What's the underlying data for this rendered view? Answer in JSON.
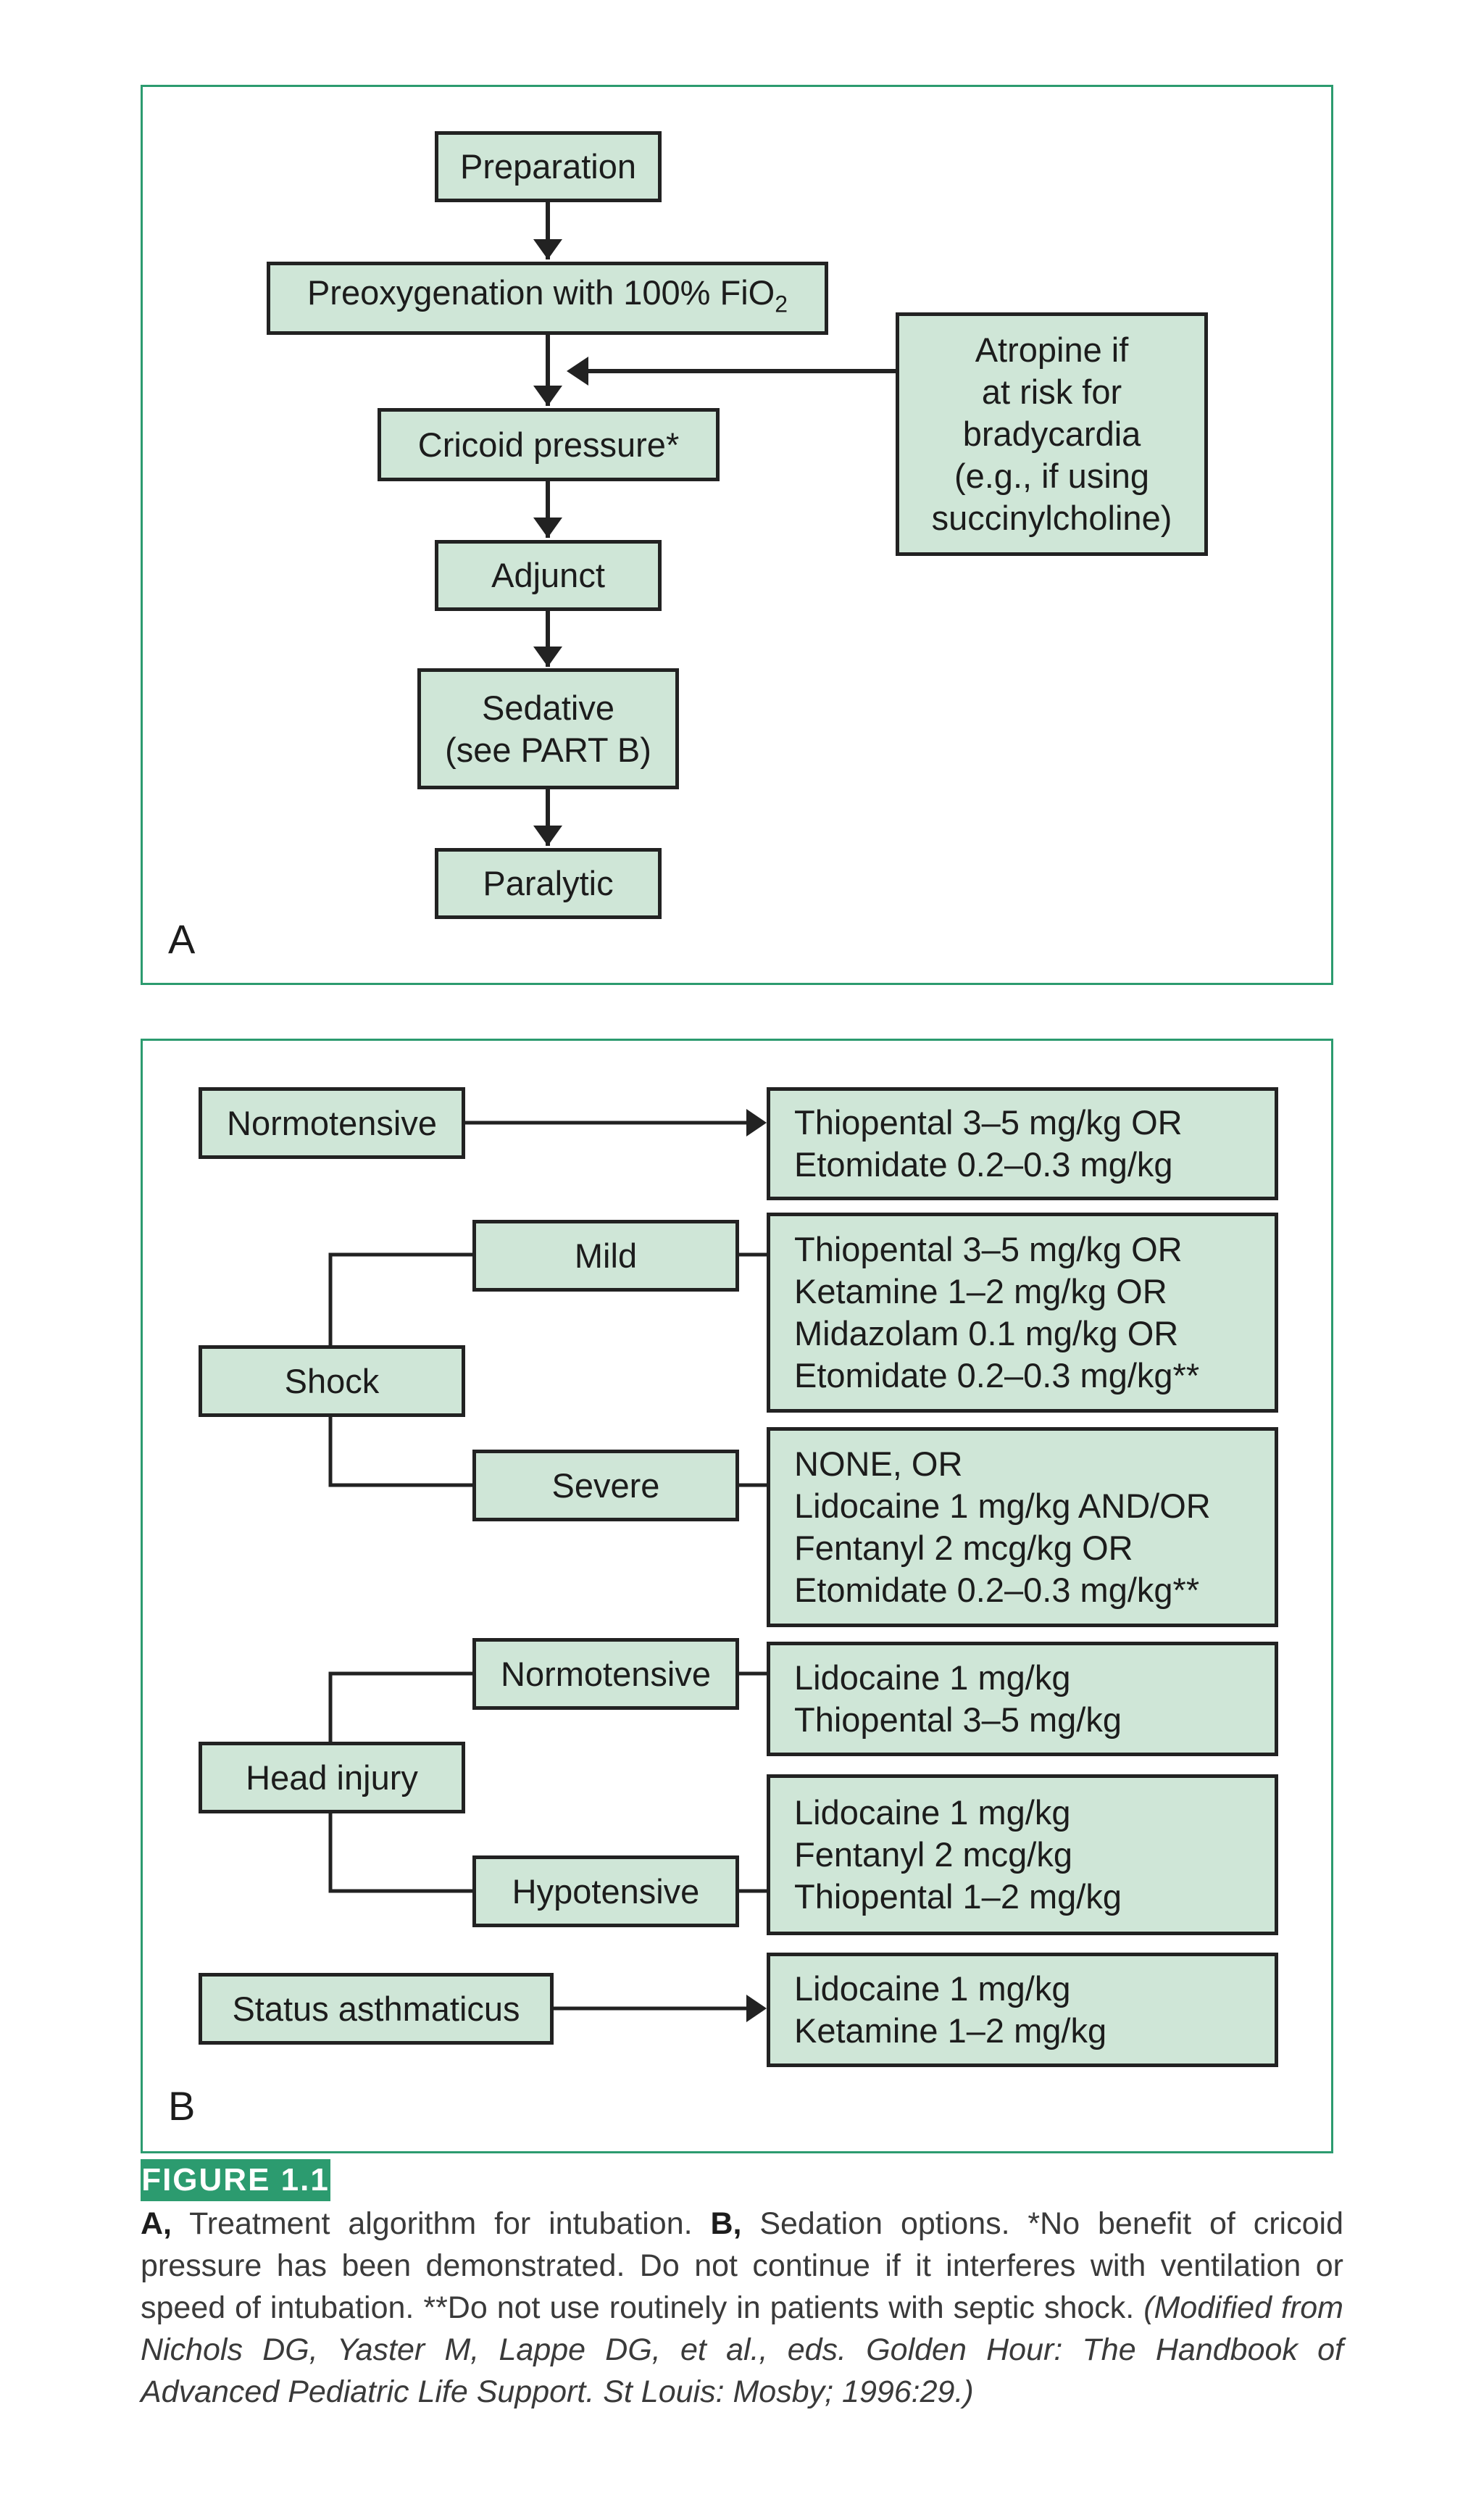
{
  "colors": {
    "accent": "#2c9b6f",
    "box_fill": "#cfe6d7",
    "box_border": "#222222"
  },
  "panel_a": {
    "label": "A",
    "steps": [
      "Preparation",
      "Preoxygenation with 100% FiO",
      "Cricoid pressure*",
      "Adjunct",
      "Sedative",
      "(see PART B)",
      "Paralytic"
    ],
    "fio2_subscript": "2",
    "side_note": [
      "Atropine if",
      "at risk for",
      "bradycardia",
      "(e.g., if using",
      "succinylcholine)"
    ]
  },
  "panel_b": {
    "label": "B",
    "conditions": {
      "normotensive": "Normotensive",
      "shock": "Shock",
      "head_injury": "Head injury",
      "status_asthmaticus": "Status asthmaticus"
    },
    "subconditions": {
      "mild": "Mild",
      "severe": "Severe",
      "normotensive": "Normotensive",
      "hypotensive": "Hypotensive"
    },
    "options": {
      "normotensive": [
        "Thiopental 3–5 mg/kg OR",
        "Etomidate 0.2–0.3 mg/kg"
      ],
      "shock_mild": [
        "Thiopental 3–5 mg/kg OR",
        "Ketamine 1–2 mg/kg OR",
        "Midazolam 0.1 mg/kg OR",
        "Etomidate 0.2–0.3 mg/kg**"
      ],
      "shock_severe": [
        "NONE, OR",
        "Lidocaine 1 mg/kg AND/OR",
        "Fentanyl 2 mcg/kg OR",
        "Etomidate 0.2–0.3 mg/kg**"
      ],
      "head_normotensive": [
        "Lidocaine 1 mg/kg",
        "Thiopental 3–5 mg/kg"
      ],
      "head_hypotensive": [
        "Lidocaine 1 mg/kg",
        "Fentanyl 2 mcg/kg",
        "Thiopental 1–2 mg/kg"
      ],
      "status_asthmaticus": [
        "Lidocaine 1 mg/kg",
        "Ketamine 1–2 mg/kg"
      ]
    }
  },
  "figure": {
    "tag": "FIGURE 1.1",
    "caption_a_label": "A,",
    "caption_a_text": " Treatment algorithm for intubation. ",
    "caption_b_label": "B,",
    "caption_b_text": " Sedation options. *No benefit of cricoid pressure has been demonstrated. Do not continue if it interferes with ventilation or speed of intubation. **Do not use routinely in patients with septic shock. ",
    "caption_source": "(Modified from Nichols DG, Yaster M, Lappe DG, et al., eds. Golden Hour: The Handbook of Advanced Pediatric Life Support. St Louis: Mosby; 1996:29.)"
  }
}
